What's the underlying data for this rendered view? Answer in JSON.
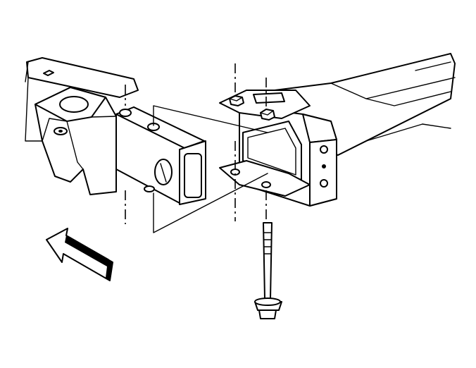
{
  "diagram": {
    "parts": [
      {
        "id": "frame-rail-left",
        "icon": "frame-rail"
      },
      {
        "id": "mount-bracket",
        "icon": "bracket"
      },
      {
        "id": "crossmember-tube",
        "icon": "rectangular-tube"
      },
      {
        "id": "frame-rail-right",
        "icon": "frame-rail"
      },
      {
        "id": "frame-horn-bracket",
        "icon": "bracket"
      },
      {
        "id": "upper-nut-left",
        "icon": "hex-nut"
      },
      {
        "id": "upper-nut-right",
        "icon": "hex-nut"
      },
      {
        "id": "lower-bolt",
        "icon": "flange-bolt"
      }
    ],
    "direction_arrow": {
      "icon": "front-direction-arrow",
      "color": "#000000"
    }
  }
}
